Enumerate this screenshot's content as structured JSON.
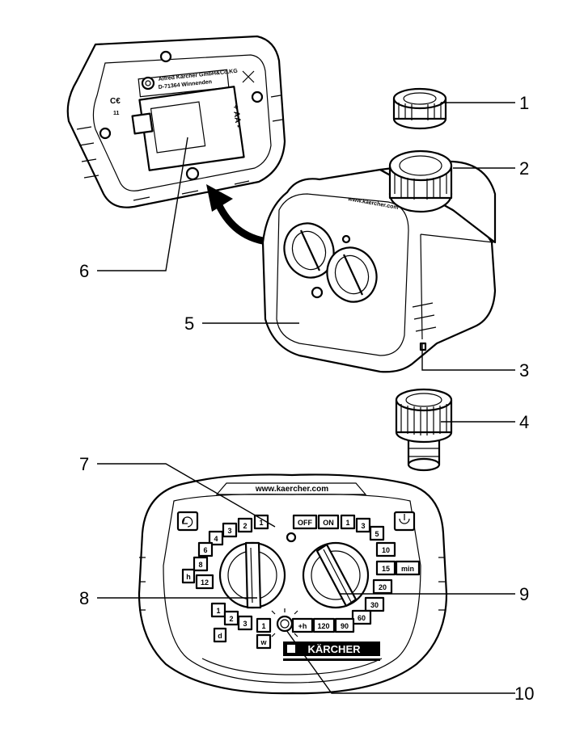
{
  "callouts": [
    "1",
    "2",
    "3",
    "4",
    "5",
    "6",
    "7",
    "8",
    "9",
    "10"
  ],
  "unit": {
    "website": "www.kaercher.com",
    "brand": "KÄRCHER",
    "off": "OFF",
    "on": "ON",
    "min": "min",
    "hour_unit": "h",
    "day_unit": "d",
    "week_unit": "w",
    "plus_h": "+h",
    "left_dial_scale": [
      "1",
      "2",
      "3",
      "4",
      "6",
      "8",
      "12",
      "1",
      "2",
      "3",
      "1"
    ],
    "right_dial_scale": [
      "1",
      "3",
      "5",
      "10",
      "15",
      "20",
      "30",
      "60",
      "90",
      "120"
    ]
  },
  "back_label": {
    "line1": "Alfred Kärcher GmbH&Co.KG",
    "line2": "D-71364 Winnenden"
  }
}
